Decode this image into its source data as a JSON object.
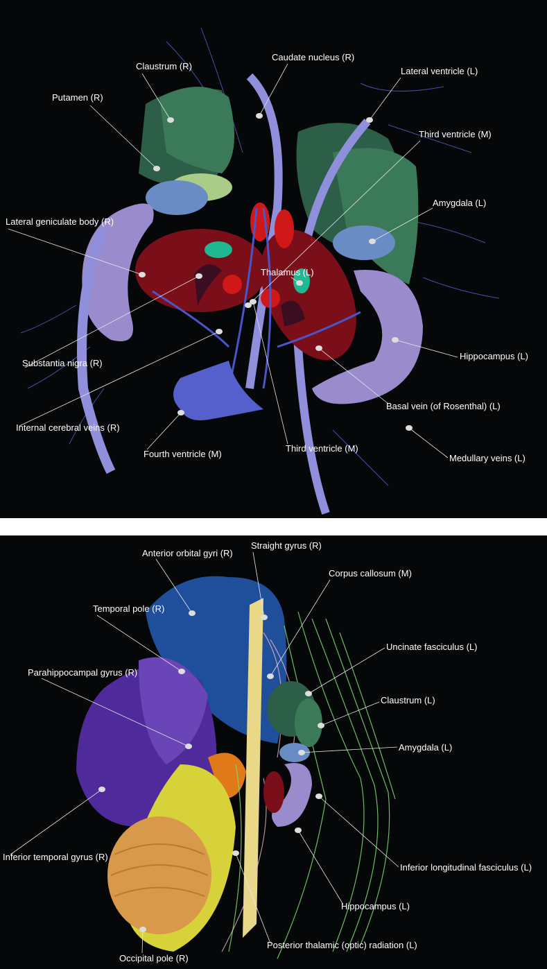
{
  "top_panel": {
    "labels": [
      "Claustrum (R)",
      "Caudate nucleus (R)",
      "Lateral ventricle (L)",
      "Putamen (R)",
      "Third ventricle (M)",
      "Amygdala (L)",
      "Lateral geniculate body (R)",
      "Thalamus (L)",
      "Substantia nigra (R)",
      "Hippocampus (L)",
      "Internal cerebral veins (R)",
      "Basal vein (of Rosenthal) (L)",
      "Fourth ventricle (M)",
      "Third ventricle (M)",
      "Medullary veins (L)"
    ]
  },
  "bottom_panel": {
    "labels": [
      "Anterior orbital gyri (R)",
      "Straight gyrus (R)",
      "Corpus callosum (M)",
      "Temporal pole (R)",
      "Uncinate fasciculus (L)",
      "Parahippocampal gyrus (R)",
      "Claustrum (L)",
      "Amygdala (L)",
      "Inferior temporal gyrus (R)",
      "Inferior longitudinal fasciculus (L)",
      "Hippocampus (L)",
      "Posterior thalamic (optic) radiation (L)",
      "Occipital pole (R)"
    ]
  },
  "colors": {
    "background": "#060708",
    "putamen": "#2c5e48",
    "claustrum": "#3b7a58",
    "ventricle": "#8f8fdc",
    "hippocampus": "#9a8ccc",
    "thalamus": "#7a0f1a",
    "veins": "#4a55c8",
    "frontal": "#1f4f9a",
    "temporal": "#4f2a9a",
    "occipital": "#d89a4a",
    "fibers_green": "#7fdc78",
    "fibers_pink": "#f0c0c8"
  }
}
